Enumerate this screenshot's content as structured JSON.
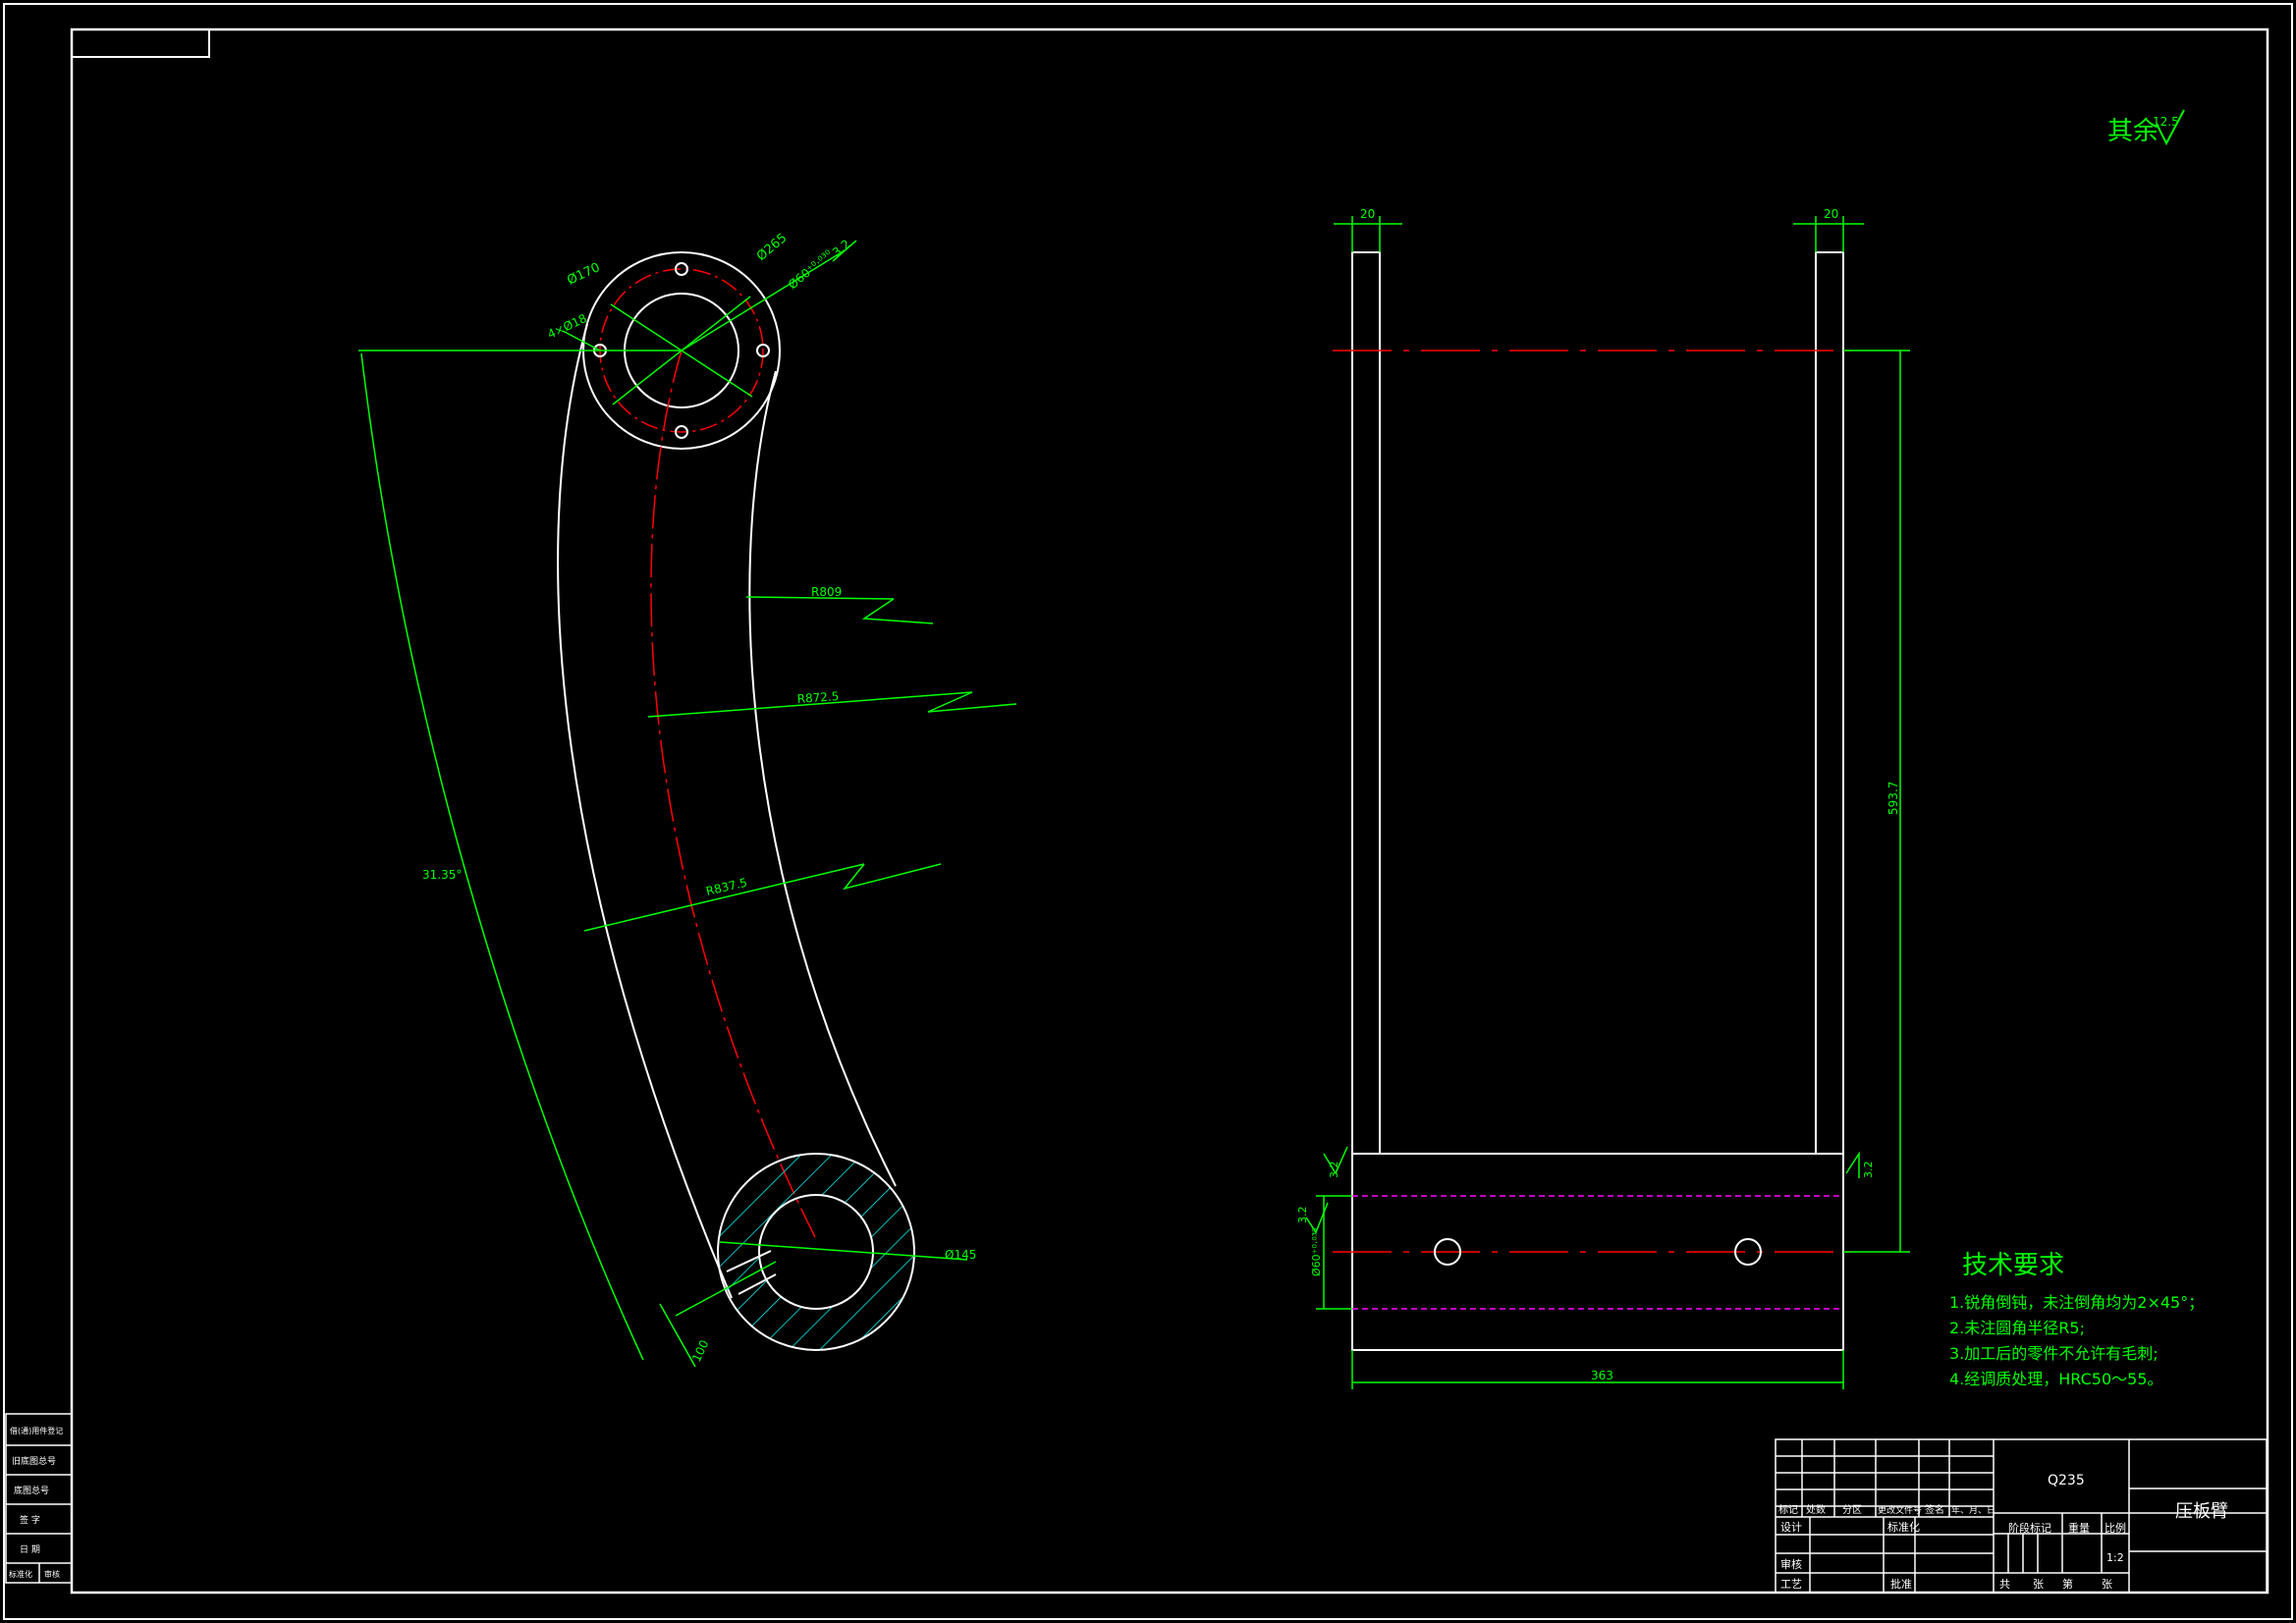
{
  "colors": {
    "background": "#000000",
    "outline": "#ffffff",
    "dimension": "#00ff00",
    "centerline": "#ff0000",
    "hidden": "#ff00ff",
    "hatch": "#00ffff",
    "text": "#00ff00"
  },
  "roughness_note": {
    "label": "其余",
    "value": "12.5"
  },
  "left_view": {
    "dims": {
      "d_top_small": "Ø170",
      "d_top_large": "Ø265",
      "fit_note": "Ø60⁺⁰·⁰³⁰",
      "four_holes": "4×Ø18",
      "roughness": "3.2",
      "arc_r1": "R809",
      "arc_r2": "R872.5",
      "arc_r3": "R837.5",
      "angle": "31.35°",
      "bottom_d": "Ø145",
      "bottom_w": "100"
    }
  },
  "right_view": {
    "dims": {
      "top_w_left": "20",
      "top_w_right": "20",
      "height": "593.7",
      "rough_left": "3.2",
      "rough_right": "3.2",
      "rough_side": "3.2",
      "hole_fit": "Ø60⁺⁰·⁰³⁰",
      "bottom_len": "363"
    }
  },
  "tech_requirements": {
    "title": "技术要求",
    "items": [
      "1.锐角倒钝，未注倒角均为2×45°；",
      "2.未注圆角半径R5;",
      "3.加工后的零件不允许有毛刺;",
      "4.经调质处理，HRC50～55。"
    ]
  },
  "title_block": {
    "material": "Q235",
    "part_name": "压板臂",
    "rev_headers": [
      "标记",
      "处数",
      "分区",
      "更改文件号",
      "签名",
      "年、月、日"
    ],
    "roles": [
      "设计",
      "审核",
      "工艺"
    ],
    "std": "标准化",
    "approve": "批准",
    "stage_label": "阶段标记",
    "weight_label": "重量",
    "scale_label": "比例",
    "scale": "1:2",
    "sheet_total": "共",
    "sheet_unit1": "张",
    "sheet_no": "第",
    "sheet_unit2": "张"
  },
  "side_strip": {
    "items": [
      "借(通)用件登记",
      "旧底图总号",
      "底图总号",
      "签 字",
      "日 期"
    ],
    "bottom_left": "标准化",
    "bottom_right": "审核"
  }
}
